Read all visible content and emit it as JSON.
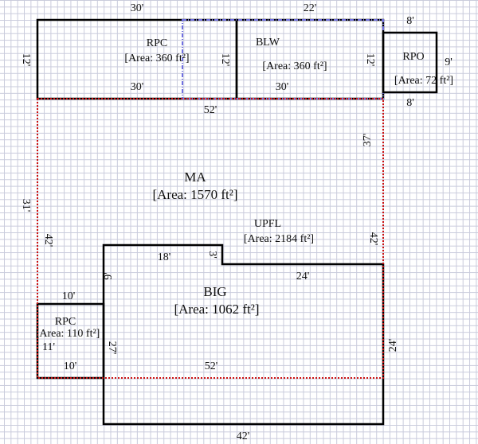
{
  "rooms": [
    {
      "name": "RPC",
      "area": "[Area: 360 ft²]"
    },
    {
      "name": "BLW",
      "area": "[Area: 360 ft²]"
    },
    {
      "name": "RPO",
      "area": "[Area: 72 ft²]"
    },
    {
      "name": "MA",
      "area": "[Area: 1570 ft²]"
    },
    {
      "name": "UPFL",
      "area": "[Area: 2184 ft²]"
    },
    {
      "name": "BIG",
      "area": "[Area: 1062 ft²]"
    },
    {
      "name": "RPC",
      "area": "[Area: 110 ft²]"
    }
  ],
  "dims": {
    "rpc_top": "30'",
    "rpc_left": "12'",
    "rpc_bottom": "30'",
    "rpc_right": "12'",
    "blw_top": "22'",
    "blw_right": "12'",
    "blw_bottom": "30'",
    "rpo_top": "8'",
    "rpo_right": "9'",
    "rpo_bottom": "8'",
    "ma_top": "52'",
    "ma_left_outer": "31'",
    "ma_left_inner": "42'",
    "ma_right": "37'",
    "upfl_right": "42'",
    "notch_18": "18'",
    "notch_3": "3'",
    "big_left_9": "9'",
    "upfl_24": "24'",
    "small_top": "10'",
    "small_side": "11'",
    "small_bottom": "10'",
    "big_left": "27'",
    "big_mid": "52'",
    "big_right": "24'",
    "big_bottom": "42'"
  },
  "colors": {
    "wall": "#000000",
    "main_area": "#cc1111",
    "overlay": "#7070e0"
  }
}
